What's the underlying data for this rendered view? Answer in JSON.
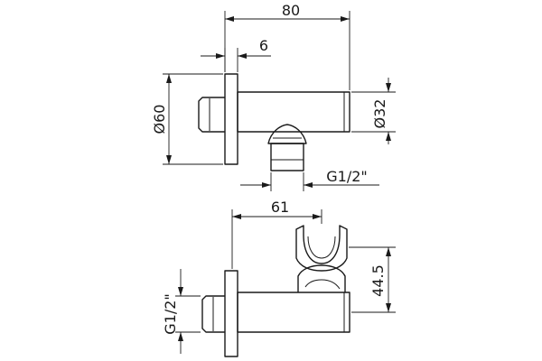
{
  "drawing": {
    "top_view": {
      "overall_length": "80",
      "flange_thickness": "6",
      "flange_diameter": "Ø60",
      "body_diameter": "Ø32",
      "outlet_thread": "G1/2\""
    },
    "side_view": {
      "holder_offset": "61",
      "holder_height": "44.5",
      "inlet_thread": "G1/2\""
    }
  }
}
